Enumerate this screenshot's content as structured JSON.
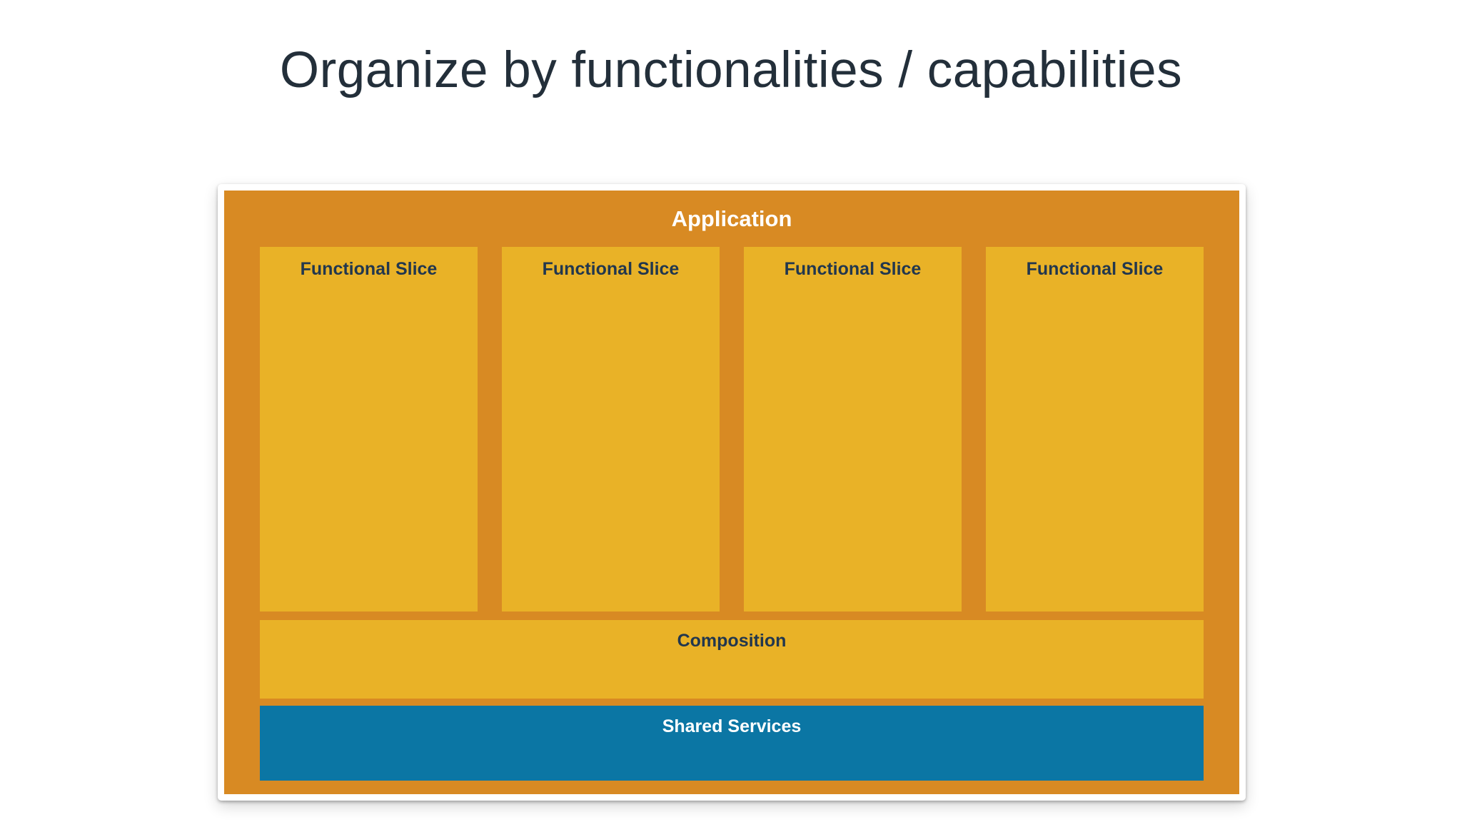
{
  "page": {
    "title": "Organize by functionalities / capabilities"
  },
  "diagram": {
    "application": {
      "label": "Application"
    },
    "slices": [
      {
        "label": "Functional Slice"
      },
      {
        "label": "Functional Slice"
      },
      {
        "label": "Functional Slice"
      },
      {
        "label": "Functional Slice"
      }
    ],
    "composition": {
      "label": "Composition"
    },
    "shared_services": {
      "label": "Shared Services"
    },
    "colors": {
      "title_color": "#232f3a",
      "application_bg": "#d88a23",
      "slice_bg": "#e9b227",
      "composition_bg": "#e9b227",
      "shared_services_bg": "#0b76a4",
      "dark_label": "#22374e",
      "light_label": "#ffffff"
    }
  }
}
